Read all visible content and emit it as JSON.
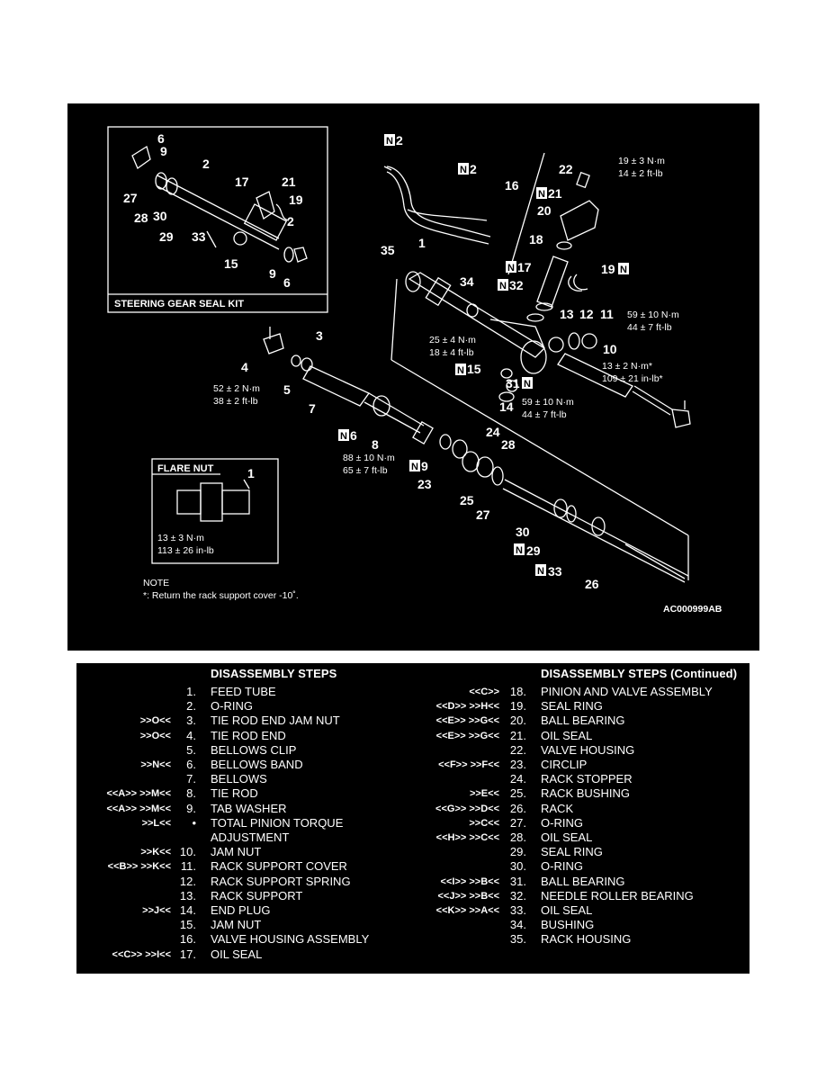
{
  "diagram": {
    "image_code": "AC000999AB",
    "seal_kit": {
      "title": "STEERING GEAR SEAL KIT",
      "labels": [
        "6",
        "9",
        "2",
        "27",
        "28",
        "30",
        "17",
        "21",
        "19",
        "2",
        "29",
        "33",
        "15",
        "9",
        "6"
      ]
    },
    "flare_nut": {
      "title": "FLARE NUT",
      "part": "1",
      "torque_nm": "13 ± 3 N·m",
      "torque_inlb": "113 ± 26 in-lb"
    },
    "note": {
      "title": "NOTE",
      "text": "*: Return the rack support cover -10˚."
    },
    "torques": {
      "t22_nm": "19 ± 3 N·m",
      "t22_ft": "14 ± 2 ft-lb",
      "t11_nm": "59 ± 10 N·m",
      "t11_ft": "44 ± 7 ft-lb",
      "t10_nm": "13 ± 2 N·m*",
      "t10_in": "109 ± 21 in-lb*",
      "t25_nm": "25 ± 4 N·m",
      "t25_ft": "18 ± 4 ft-lb",
      "t14_nm": "59 ± 10 N·m",
      "t14_ft": "44 ± 7 ft-lb",
      "t4_nm": "52 ± 2 N·m",
      "t4_ft": "38 ± 2 ft-lb",
      "t8_nm": "88 ± 10 N·m",
      "t8_ft": "65 ± 7 ft-lb"
    },
    "callouts": {
      "n2a": "2",
      "n2b": "2",
      "c16": "16",
      "n21": "21",
      "c22": "22",
      "c20": "20",
      "c1": "1",
      "c35": "35",
      "c18": "18",
      "n17": "17",
      "n32": "32",
      "c34": "34",
      "n19": "19",
      "c13": "13",
      "c12": "12",
      "c11": "11",
      "c10": "10",
      "n15": "15",
      "n31": "31",
      "c14": "14",
      "c3": "3",
      "c4": "4",
      "c5": "5",
      "c7": "7",
      "n6": "6",
      "c8": "8",
      "n9": "9",
      "c24": "24",
      "c28": "28",
      "c23": "23",
      "c25": "25",
      "c27": "27",
      "c30": "30",
      "n29": "29",
      "n33": "33",
      "c26": "26"
    },
    "new_part_marker": "N"
  },
  "steps_left": {
    "heading": "DISASSEMBLY STEPS",
    "rows": [
      {
        "code": "",
        "num": "1.",
        "name": "FEED TUBE"
      },
      {
        "code": "",
        "num": "2.",
        "name": "O-RING"
      },
      {
        "code": ">>O<<",
        "num": "3.",
        "name": "TIE ROD END JAM NUT"
      },
      {
        "code": ">>O<<",
        "num": "4.",
        "name": "TIE ROD END"
      },
      {
        "code": "",
        "num": "5.",
        "name": "BELLOWS CLIP"
      },
      {
        "code": ">>N<<",
        "num": "6.",
        "name": "BELLOWS BAND"
      },
      {
        "code": "",
        "num": "7.",
        "name": "BELLOWS"
      },
      {
        "code": "<<A>> >>M<<",
        "num": "8.",
        "name": "TIE ROD"
      },
      {
        "code": "<<A>> >>M<<",
        "num": "9.",
        "name": "TAB WASHER"
      },
      {
        "code": ">>L<<",
        "num": "•",
        "name": "TOTAL PINION TORQUE"
      },
      {
        "code": "",
        "num": "",
        "name": "ADJUSTMENT"
      },
      {
        "code": ">>K<<",
        "num": "10.",
        "name": "JAM NUT"
      },
      {
        "code": "<<B>> >>K<<",
        "num": "11.",
        "name": "RACK SUPPORT COVER"
      },
      {
        "code": "",
        "num": "12.",
        "name": "RACK SUPPORT SPRING"
      },
      {
        "code": "",
        "num": "13.",
        "name": "RACK SUPPORT"
      },
      {
        "code": ">>J<<",
        "num": "14.",
        "name": "END PLUG"
      },
      {
        "code": "",
        "num": "15.",
        "name": "JAM NUT"
      },
      {
        "code": "",
        "num": "16.",
        "name": "VALVE HOUSING ASSEMBLY"
      },
      {
        "code": "<<C>> >>I<<",
        "num": "17.",
        "name": "OIL SEAL"
      }
    ]
  },
  "steps_right": {
    "heading": "DISASSEMBLY STEPS (Continued)",
    "rows": [
      {
        "code": "<<C>>",
        "num": "18.",
        "name": "PINION AND VALVE ASSEMBLY"
      },
      {
        "code": "<<D>> >>H<<",
        "num": "19.",
        "name": "SEAL RING"
      },
      {
        "code": "<<E>> >>G<<",
        "num": "20.",
        "name": "BALL BEARING"
      },
      {
        "code": "<<E>> >>G<<",
        "num": "21.",
        "name": "OIL SEAL"
      },
      {
        "code": "",
        "num": "22.",
        "name": "VALVE HOUSING"
      },
      {
        "code": "<<F>> >>F<<",
        "num": "23.",
        "name": "CIRCLIP"
      },
      {
        "code": "",
        "num": "24.",
        "name": "RACK STOPPER"
      },
      {
        "code": ">>E<<",
        "num": "25.",
        "name": "RACK BUSHING"
      },
      {
        "code": "<<G>> >>D<<",
        "num": "26.",
        "name": "RACK"
      },
      {
        "code": ">>C<<",
        "num": "27.",
        "name": "O-RING"
      },
      {
        "code": "<<H>> >>C<<",
        "num": "28.",
        "name": "OIL SEAL"
      },
      {
        "code": "",
        "num": "29.",
        "name": "SEAL RING"
      },
      {
        "code": "",
        "num": "30.",
        "name": "O-RING"
      },
      {
        "code": "<<I>> >>B<<",
        "num": "31.",
        "name": "BALL BEARING"
      },
      {
        "code": "<<J>> >>B<<",
        "num": "32.",
        "name": "NEEDLE ROLLER BEARING"
      },
      {
        "code": "<<K>> >>A<<",
        "num": "33.",
        "name": "OIL SEAL"
      },
      {
        "code": "",
        "num": "34.",
        "name": "BUSHING"
      },
      {
        "code": "",
        "num": "35.",
        "name": "RACK HOUSING"
      }
    ]
  }
}
